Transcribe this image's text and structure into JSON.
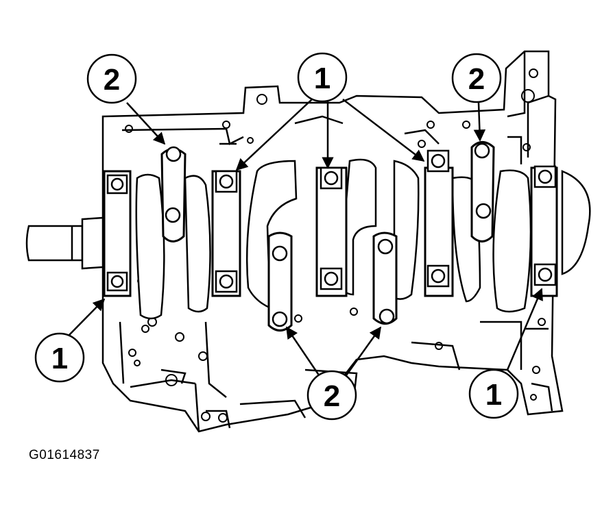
{
  "figure": {
    "id_label": "G01614837"
  },
  "callouts": [
    {
      "label": "2"
    },
    {
      "label": "1"
    },
    {
      "label": "2"
    },
    {
      "label": "1"
    },
    {
      "label": "2"
    },
    {
      "label": "1"
    }
  ],
  "colors": {
    "line": "#000000",
    "background": "#ffffff"
  }
}
